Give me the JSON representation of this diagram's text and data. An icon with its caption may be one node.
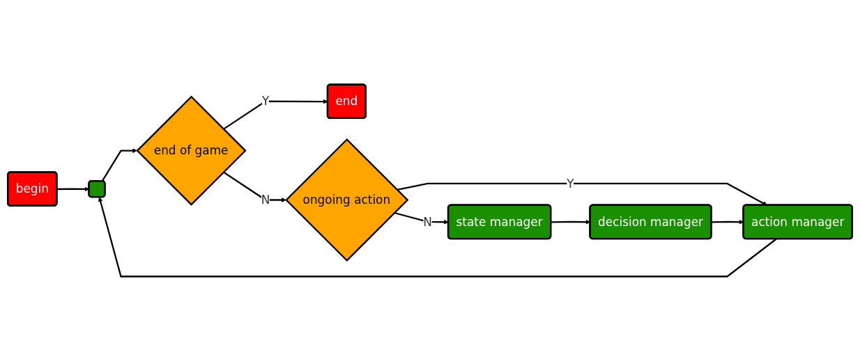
{
  "diagram": {
    "nodes": [
      {
        "text": [
          "begin"
        ]
      },
      {
        "text": [
          "end"
        ]
      },
      {
        "text": [],
        "shape": "box"
      },
      {
        "text": [
          "end of game"
        ]
      },
      {
        "text": [
          "ongoing action"
        ]
      },
      {
        "text": [
          "state manager"
        ]
      },
      {
        "text": [
          "decision manager"
        ]
      },
      {
        "text": [
          "action manager"
        ]
      }
    ],
    "edges": [
      {
        "from": 0,
        "to": 2,
        "arrow": "to"
      },
      {
        "from": 2,
        "to": 3,
        "arrow": "to"
      },
      {
        "from": 3,
        "to": 1,
        "arrow": "to",
        "label": "Y"
      },
      {
        "from": 3,
        "to": 4,
        "arrow": "to",
        "label": "N"
      },
      {
        "from": 4,
        "to": 5,
        "arrow": "to",
        "label": "N"
      },
      {
        "from": 4,
        "to": 7,
        "arrow": "to",
        "label": "Y"
      },
      {
        "from": 5,
        "to": 6,
        "arrow": "to"
      },
      {
        "from": 6,
        "to": 7,
        "arrow": "to"
      },
      {
        "from": 7,
        "to": 2,
        "arrow": "to"
      }
    ]
  }
}
